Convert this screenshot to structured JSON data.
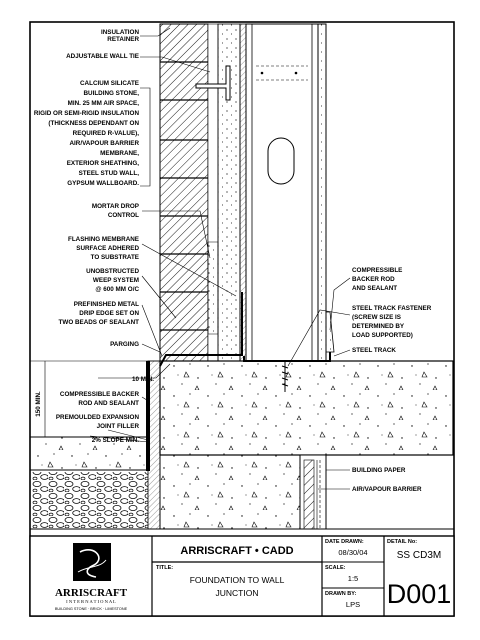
{
  "labels_left": [
    "INSULATION",
    "RETAINER",
    "ADJUSTABLE WALL TIE",
    "CALCIUM SILICATE",
    "BUILDING STONE,",
    "MIN. 25 MM AIR SPACE,",
    "RIGID OR SEMI-RIGID INSULATION",
    "(THICKNESS DEPENDANT ON",
    "REQUIRED R-VALUE),",
    "AIR/VAPOUR BARRIER",
    "MEMBRANE,",
    "EXTERIOR SHEATHING,",
    "STEEL STUD WALL,",
    "GYPSUM WALLBOARD.",
    "MORTAR DROP",
    "CONTROL",
    "FLASHING MEMBRANE",
    "SURFACE ADHERED",
    "TO SUBSTRATE",
    "UNOBSTRUCTED",
    "WEEP SYSTEM",
    "@ 600 MM O/C",
    "PREFINISHED METAL",
    "DRIP EDGE SET ON",
    "TWO BEADS OF SEALANT",
    "PARGING",
    "10 MIN.",
    "COMPRESSIBLE BACKER",
    "ROD AND SEALANT",
    "PREMOULDED EXPANSION",
    "JOINT FILLER",
    "2% SLOPE MIN."
  ],
  "labels_right": [
    "COMPRESSIBLE",
    "BACKER ROD",
    "AND SEALANT",
    "STEEL TRACK FASTENER",
    "(SCREW SIZE IS",
    "DETERMINED BY",
    "LOAD SUPPORTED)",
    "STEEL TRACK",
    "BUILDING PAPER",
    "AIR/VAPOUR BARRIER"
  ],
  "dimension_vertical": "150 MIN.",
  "title_block": {
    "company": "ARRISCRAFT • CADD",
    "logo_name": "ARRISCRAFT",
    "logo_sub1": "I N T E R N A T I O N A L",
    "logo_sub2": "BUILDING STONE · BRICK · LIMESTONE",
    "title_label": "TITLE:",
    "title_line1": "FOUNDATION TO WALL",
    "title_line2": "JUNCTION",
    "date_label": "DATE DRAWN:",
    "date_value": "08/30/04",
    "scale_label": "SCALE:",
    "scale_value": "1:5",
    "drawn_label": "DRAWN BY:",
    "drawn_value": "LPS",
    "detail_label": "DETAIL No:",
    "detail_code": "SS CD3M",
    "detail_number": "D001"
  }
}
